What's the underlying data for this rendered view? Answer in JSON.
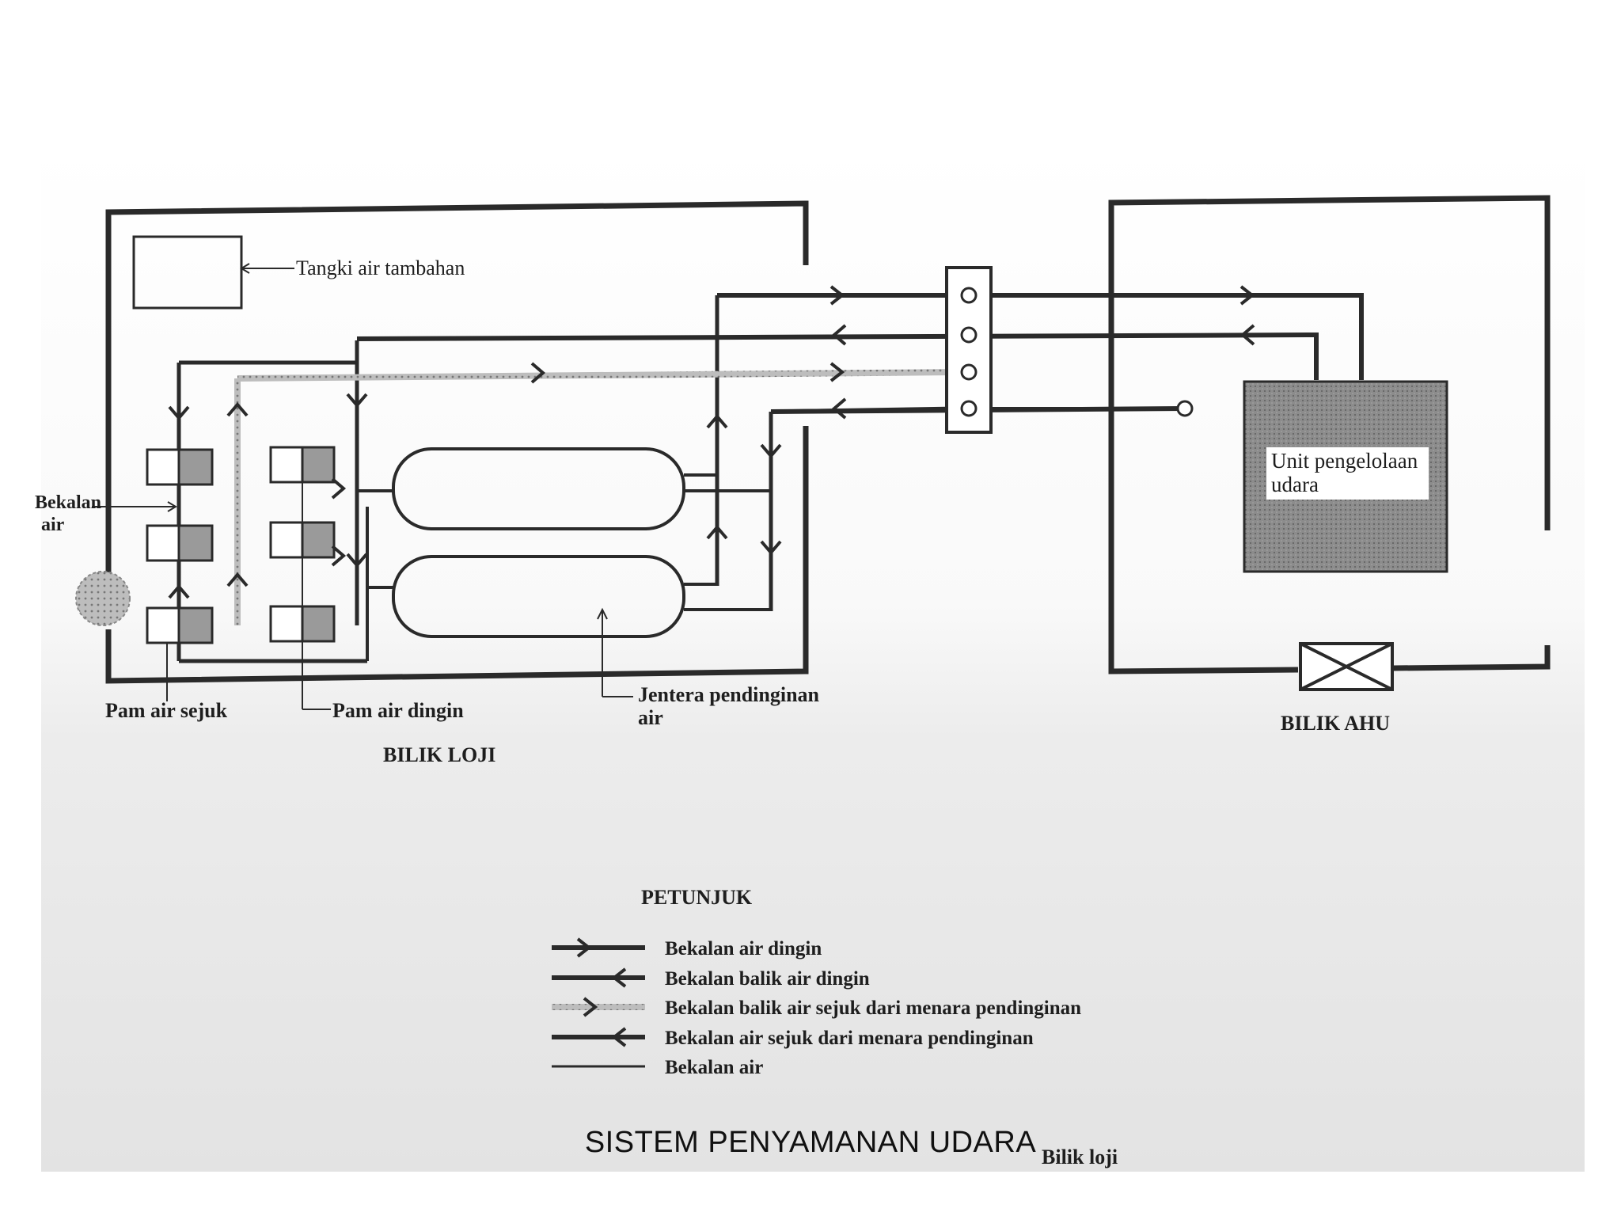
{
  "labels": {
    "tank": "Tangki air tambahan",
    "water_supply_l1": "Bekalan",
    "water_supply_l2": "air",
    "condenser_pump": "Pam air sejuk",
    "chilled_pump": "Pam air dingin",
    "chiller_l1": "Jentera pendinginan",
    "chiller_l2": "air",
    "plant_room": "BILIK LOJI",
    "ahu_unit_l1": "Unit pengelolaan",
    "ahu_unit_l2": "udara",
    "ahu_room": "BILIK AHU"
  },
  "legend": {
    "title": "PETUNJUK",
    "items": [
      {
        "label": "Bekalan air dingin",
        "style": "solid",
        "arrow": "right"
      },
      {
        "label": "Bekalan balik air dingin",
        "style": "solid",
        "arrow": "left"
      },
      {
        "label": "Bekalan balik air sejuk dari menara pendinginan",
        "style": "hatched",
        "arrow": "right"
      },
      {
        "label": "Bekalan air sejuk dari menara pendinginan",
        "style": "solid",
        "arrow": "left"
      },
      {
        "label": "Bekalan air",
        "style": "thin",
        "arrow": "none"
      }
    ]
  },
  "caption": "Bilik loji",
  "footer_title": "SISTEM PENYAMANAN UDARA",
  "colors": {
    "line": "#2a2a2a",
    "ahu_fill": "#8a8a8a",
    "background_top": "#ffffff",
    "background_bottom": "#e6e6e6"
  }
}
